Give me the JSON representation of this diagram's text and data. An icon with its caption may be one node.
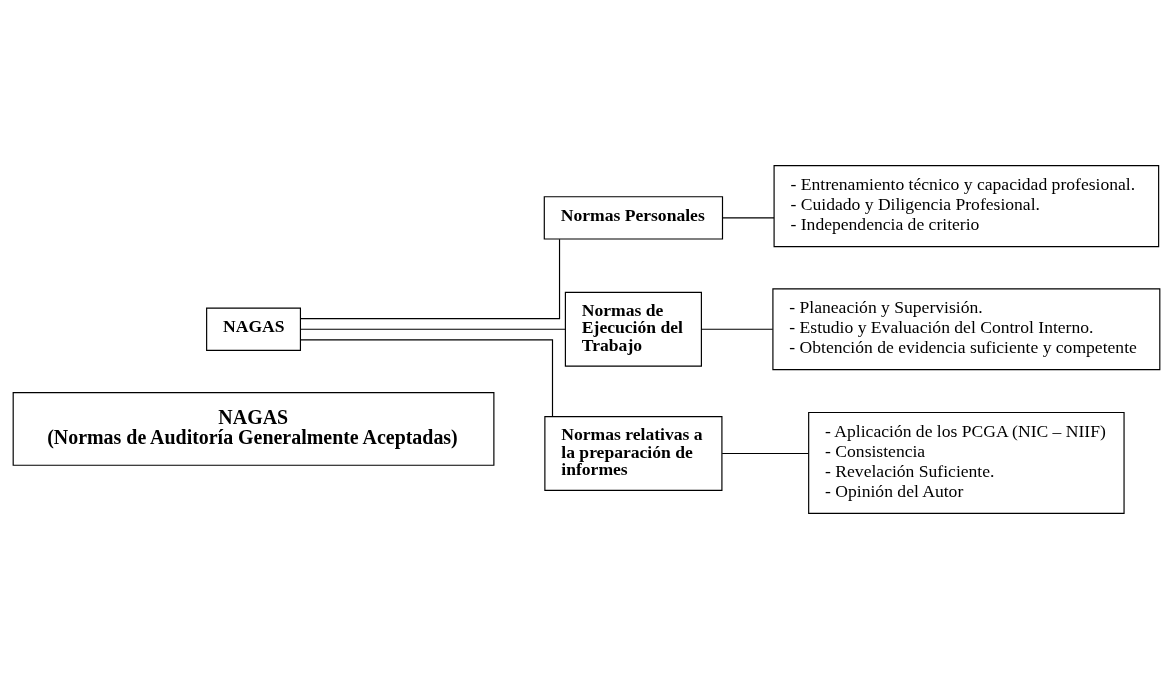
{
  "diagram": {
    "nodes": [
      {
        "text": [
          "NAGAS",
          "(Normas de Auditoría Generalmente Aceptadas)"
        ]
      },
      {
        "text": [
          "NAGAS"
        ]
      },
      {
        "text": [
          "Normas Personales"
        ]
      },
      {
        "text": [
          "- Entrenamiento técnico y capacidad profesional.",
          "- Cuidado y Diligencia Profesional.",
          "- Independencia de criterio"
        ]
      },
      {
        "text": [
          "Normas de Ejecución del Trabajo"
        ]
      },
      {
        "text": [
          "- Planeación y Supervisión.",
          "- Estudio y Evaluación del Control Interno.",
          "- Obtención de evidencia suficiente y competente"
        ]
      },
      {
        "text": [
          "Normas relativas a la preparación de informes"
        ]
      },
      {
        "text": [
          "- Aplicación de los PCGA (NIC – NIIF)",
          "- Consistencia",
          "- Revelación Suficiente.",
          "- Opinión del Autor"
        ]
      }
    ],
    "edges": [
      {
        "from": 1,
        "to": 2,
        "arrow": "none"
      },
      {
        "from": 1,
        "to": 4,
        "arrow": "none"
      },
      {
        "from": 1,
        "to": 6,
        "arrow": "none"
      },
      {
        "from": 2,
        "to": 3,
        "arrow": "none"
      },
      {
        "from": 4,
        "to": 5,
        "arrow": "none"
      },
      {
        "from": 6,
        "to": 7,
        "arrow": "none"
      }
    ]
  }
}
